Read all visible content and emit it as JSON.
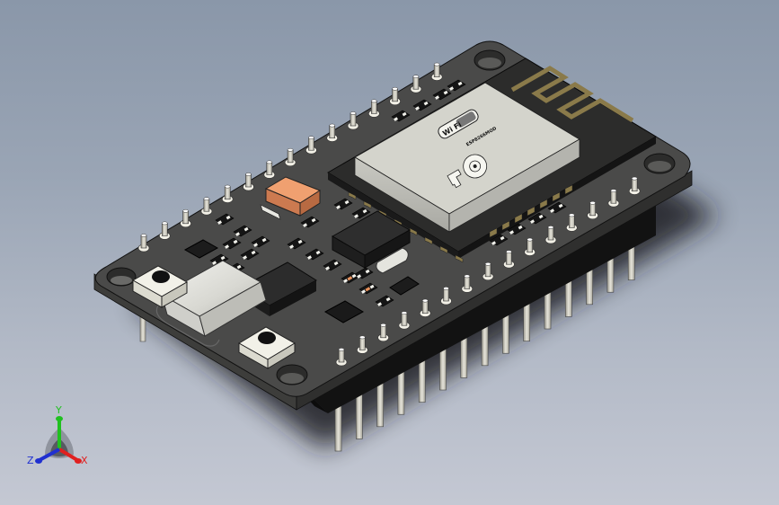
{
  "viewport": {
    "name": "3D CAD model viewport",
    "background_top": "#8a97a9",
    "background_bottom": "#c4c8d3"
  },
  "model": {
    "name": "ESP8266 NodeMCU development board",
    "pcb_color": "#4a4a4a",
    "pcb_edge_color": "#3a3a3a",
    "module_shield_color": "#d4d4cc",
    "antenna_trace_color": "#8a7a4a",
    "pin_color": "#d8d6cc",
    "usb_color": "#e2e2dc",
    "button_color": "#ecebe2",
    "capacitor_color": "#e8925c",
    "shield_markings": {
      "wifi_label": "Wi Fi",
      "model_text": "ESP8266MOD"
    }
  },
  "triad": {
    "x_label": "X",
    "y_label": "Y",
    "z_label": "Z",
    "x_color": "#e02020",
    "y_color": "#20c020",
    "z_color": "#2030d0"
  }
}
